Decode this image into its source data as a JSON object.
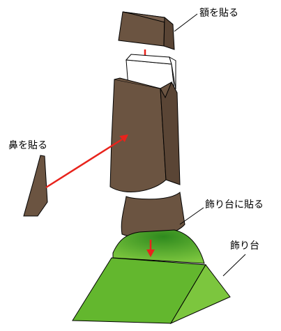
{
  "labels": {
    "forehead": "額を貼る",
    "nose": "鼻を貼る",
    "attach_base": "飾り台に貼る",
    "base": "飾り台"
  },
  "colors": {
    "brown": "#6b5441",
    "outline": "#000000",
    "arrow": "#e8231c",
    "green_top": "#63b72e",
    "green_light": "#7cc63e",
    "white": "#ffffff"
  }
}
